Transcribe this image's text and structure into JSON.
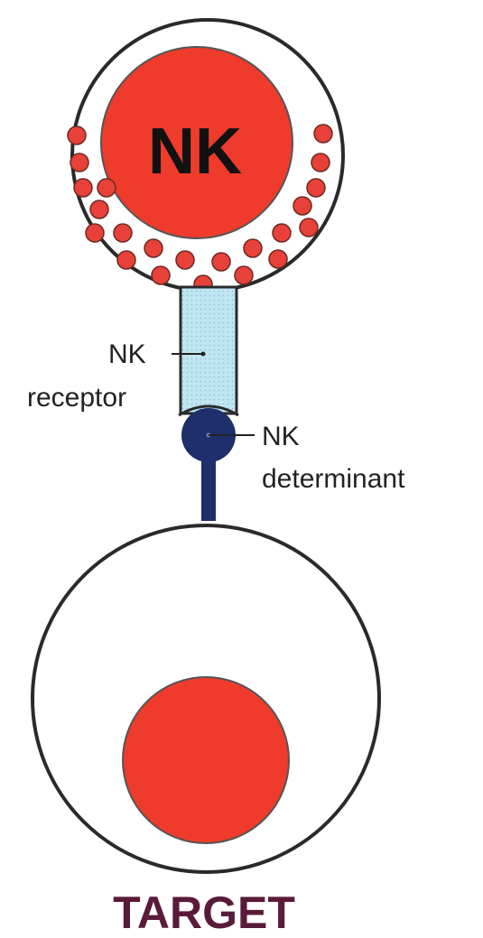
{
  "labels": {
    "nk_cell": "NK",
    "receptor_line1": "NK",
    "receptor_line2": "receptor",
    "determinant_line1": "NK",
    "determinant_line2": "determinant",
    "target": "TARGET"
  },
  "colors": {
    "nucleus": "#ef3b2c",
    "granule": "#e8413a",
    "cell_outline": "#2a2a2a",
    "receptor_fill": "#bfe6f2",
    "determinant": "#1f2f6b",
    "target_label": "#5a1b3a"
  }
}
